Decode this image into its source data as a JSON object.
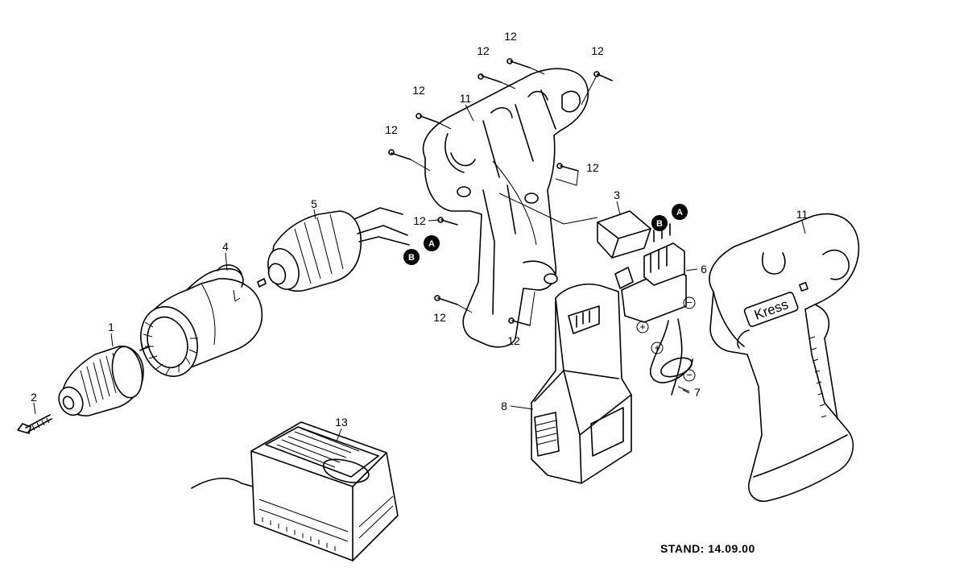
{
  "title": "",
  "stand_text": "STAND: 14.09.00",
  "brand_text": "Kress",
  "parts": [
    {
      "id": "label-1",
      "text": "1"
    },
    {
      "id": "label-2",
      "text": "2"
    },
    {
      "id": "label-3",
      "text": "3"
    },
    {
      "id": "label-4",
      "text": "4"
    },
    {
      "id": "label-5",
      "text": "5"
    },
    {
      "id": "label-6",
      "text": "6"
    },
    {
      "id": "label-7",
      "text": "7"
    },
    {
      "id": "label-8",
      "text": "8"
    },
    {
      "id": "label-11a",
      "text": "11"
    },
    {
      "id": "label-11b",
      "text": "11"
    },
    {
      "id": "label-13",
      "text": "13"
    }
  ],
  "screw_label": "12",
  "markers": {
    "a": "A",
    "b": "B"
  },
  "polarity": {
    "plus": "+",
    "minus": "−"
  },
  "colors": {
    "line": "#000000",
    "background": "#ffffff"
  }
}
